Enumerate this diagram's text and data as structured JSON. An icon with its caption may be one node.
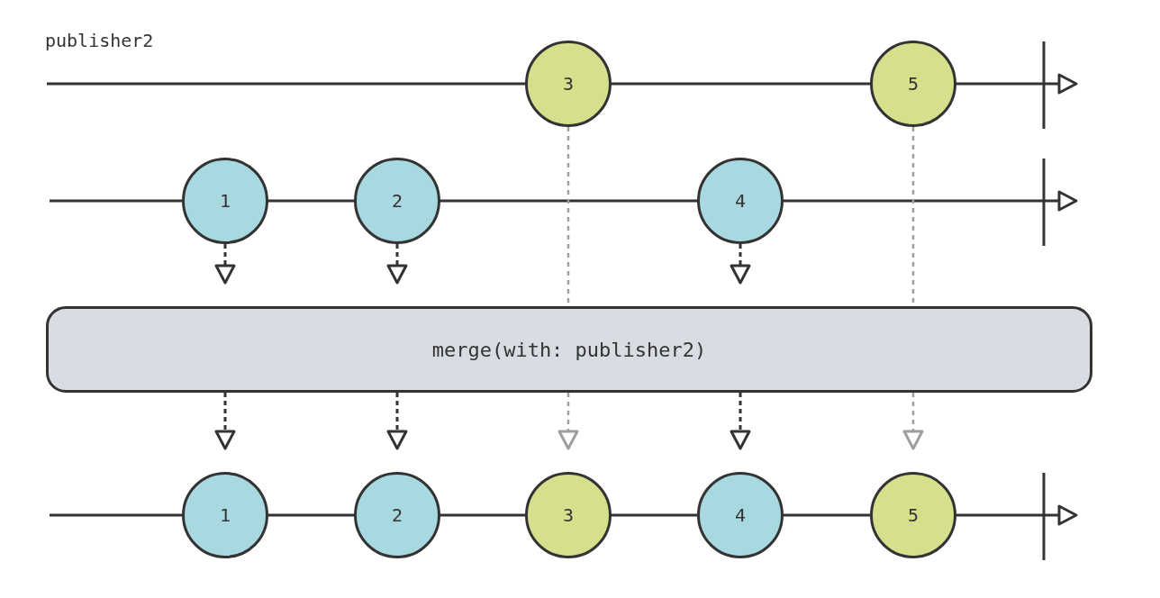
{
  "diagram": {
    "nodes": [
      {
        "text": [
          "3"
        ]
      },
      {
        "text": [
          "5"
        ]
      },
      {
        "text": [
          "1"
        ]
      },
      {
        "text": [
          "2"
        ]
      },
      {
        "text": [
          "4"
        ]
      },
      {
        "text": [
          "merge(with: publisher2)"
        ]
      },
      {
        "text": [
          "1"
        ]
      },
      {
        "text": [
          "2"
        ]
      },
      {
        "text": [
          "3"
        ]
      },
      {
        "text": [
          "4"
        ]
      },
      {
        "text": [
          "5"
        ]
      }
    ],
    "edges": [
      {
        "from": 0,
        "to": 5,
        "arrow": "none",
        "style": "dashed",
        "color": "#9e9e9e"
      },
      {
        "from": 1,
        "to": 5,
        "arrow": "none",
        "style": "dashed",
        "color": "#9e9e9e"
      },
      {
        "from": 2,
        "to": 5,
        "arrow": "to",
        "style": "dashed"
      },
      {
        "from": 3,
        "to": 5,
        "arrow": "to",
        "style": "dashed"
      },
      {
        "from": 4,
        "to": 5,
        "arrow": "to",
        "style": "dashed"
      },
      {
        "from": 5,
        "to": 6,
        "arrow": "to",
        "style": "dashed"
      },
      {
        "from": 5,
        "to": 7,
        "arrow": "to",
        "style": "dashed"
      },
      {
        "from": 5,
        "to": 8,
        "arrow": "to",
        "style": "dashed",
        "color": "#9e9e9e"
      },
      {
        "from": 5,
        "to": 9,
        "arrow": "to",
        "style": "dashed"
      },
      {
        "from": 5,
        "to": 10,
        "arrow": "to",
        "style": "dashed",
        "color": "#9e9e9e"
      }
    ],
    "labels": [
      "publisher2"
    ]
  }
}
